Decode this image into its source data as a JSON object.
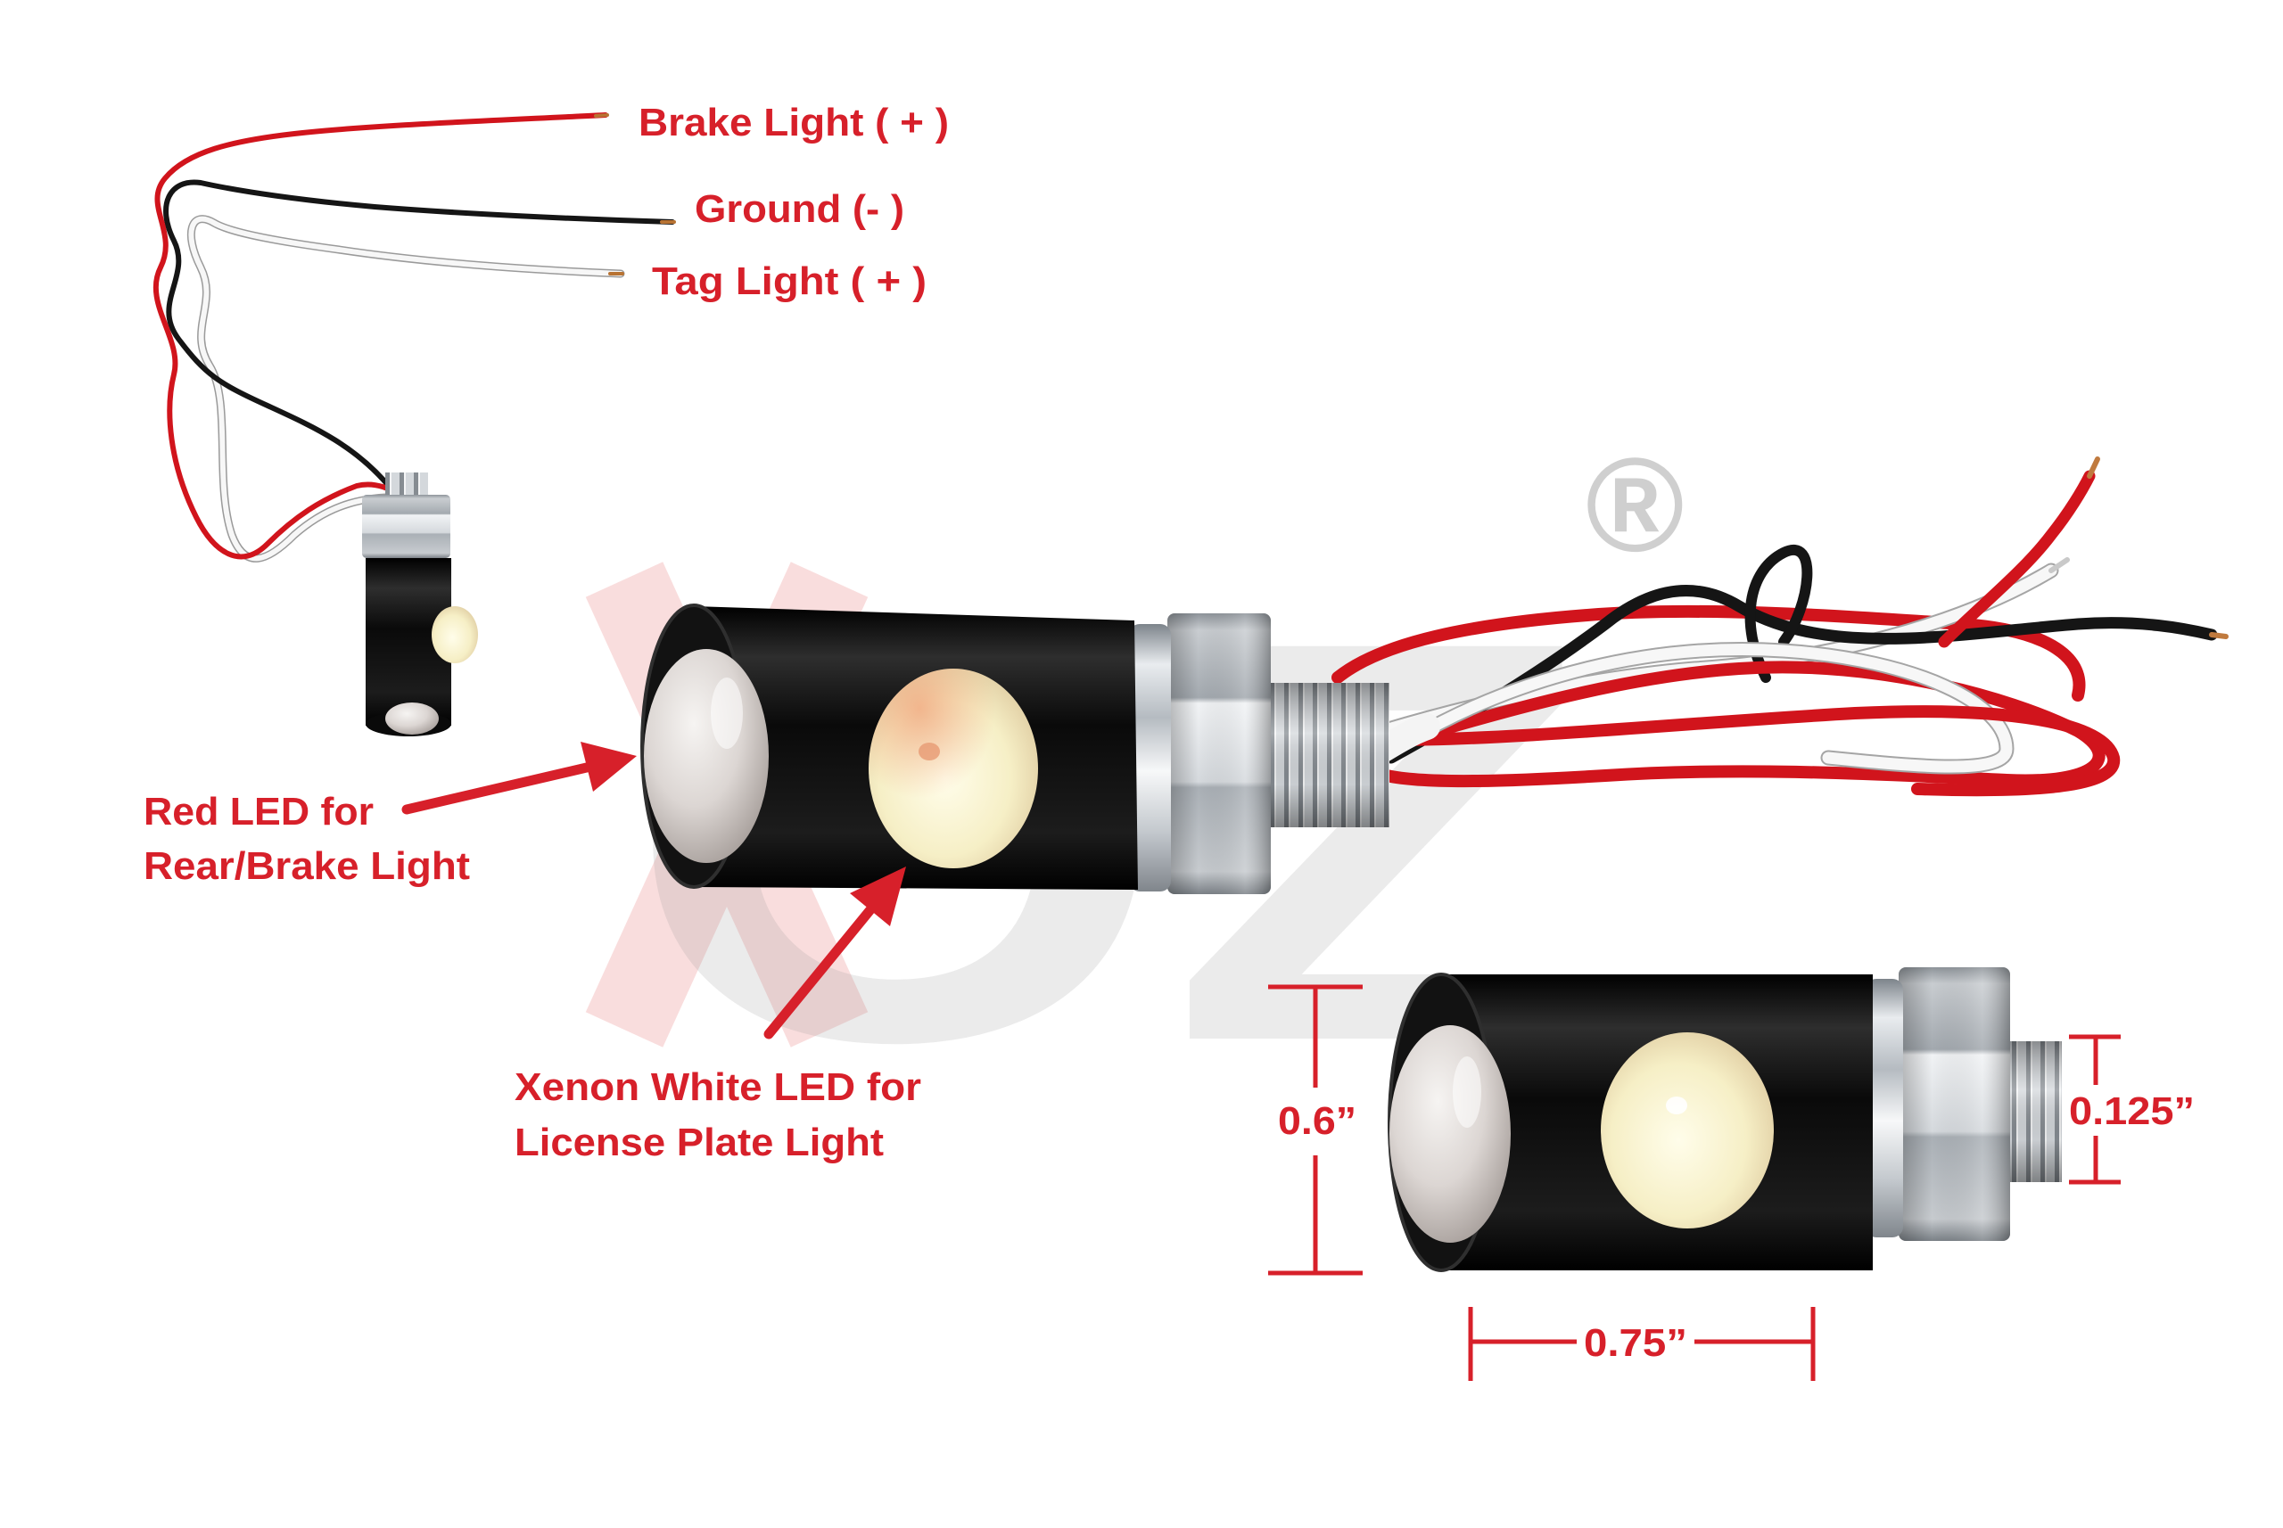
{
  "wire_labels": {
    "brake_light": "Brake Light ( + )",
    "ground": "Ground (- )",
    "tag_light": "Tag Light ( + )"
  },
  "callouts": {
    "red_led": [
      "Red LED for",
      "Rear/Brake Light"
    ],
    "white_led": [
      "Xenon White LED for",
      "License Plate Light"
    ]
  },
  "dimensions": {
    "body_diameter": "0.6”",
    "thread_diameter": "0.125”",
    "body_length": "0.75”"
  },
  "watermark": {
    "logo_text": "OZ",
    "registered_mark": "®"
  },
  "colors": {
    "label_red": "#d7202a",
    "wire_red": "#d1141c",
    "wire_black": "#151515",
    "wire_white": "#f7f7f7",
    "led_body": "#0b0b0b",
    "background": "#ffffff"
  }
}
